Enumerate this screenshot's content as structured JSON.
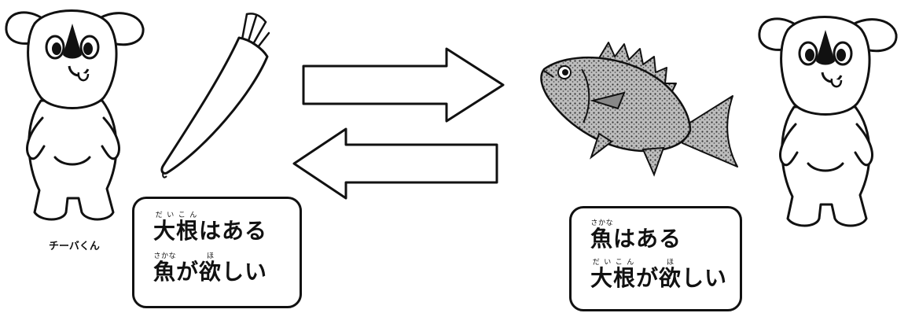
{
  "character_name": "チーバくん",
  "left_note": {
    "line1": [
      {
        "text": "大根",
        "ruby": "だいこん"
      },
      {
        "text": "はある"
      }
    ],
    "line2": [
      {
        "text": "魚",
        "ruby": "さかな"
      },
      {
        "text": "が"
      },
      {
        "text": "欲",
        "ruby": "ほ"
      },
      {
        "text": "しい"
      }
    ]
  },
  "right_note": {
    "line1": [
      {
        "text": "魚",
        "ruby": "さかな"
      },
      {
        "text": "はある"
      }
    ],
    "line2": [
      {
        "text": "大根",
        "ruby": "だいこん"
      },
      {
        "text": "が"
      },
      {
        "text": "欲",
        "ruby": "ほ"
      },
      {
        "text": "しい"
      }
    ]
  },
  "items": {
    "left_item": "daikon-radish",
    "right_item": "sea-bream-fish"
  },
  "arrows": {
    "top": "right-arrow",
    "bottom": "left-arrow"
  }
}
